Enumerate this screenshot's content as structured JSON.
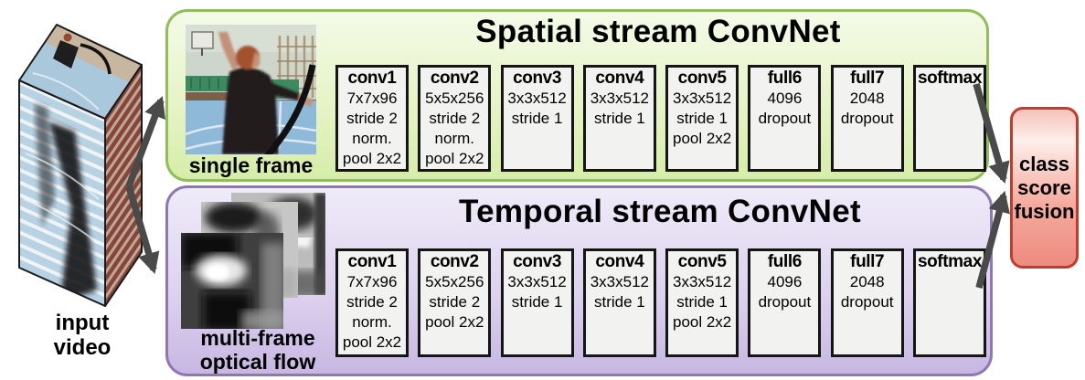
{
  "figure": {
    "input_video": {
      "label_lines": [
        "input",
        "video"
      ]
    },
    "spatial_stream": {
      "title": "Spatial stream ConvNet",
      "input_caption": "single frame",
      "layers": [
        {
          "name": "conv1",
          "lines": [
            "7x7x96",
            "stride 2",
            "norm.",
            "pool 2x2"
          ]
        },
        {
          "name": "conv2",
          "lines": [
            "5x5x256",
            "stride 2",
            "norm.",
            "pool 2x2"
          ]
        },
        {
          "name": "conv3",
          "lines": [
            "3x3x512",
            "stride 1"
          ]
        },
        {
          "name": "conv4",
          "lines": [
            "3x3x512",
            "stride 1"
          ]
        },
        {
          "name": "conv5",
          "lines": [
            "3x3x512",
            "stride 1",
            "pool 2x2"
          ]
        },
        {
          "name": "full6",
          "lines": [
            "4096",
            "dropout"
          ]
        },
        {
          "name": "full7",
          "lines": [
            "2048",
            "dropout"
          ]
        },
        {
          "name": "softmax",
          "lines": []
        }
      ]
    },
    "temporal_stream": {
      "title": "Temporal stream ConvNet",
      "input_caption_lines": [
        "multi-frame",
        "optical flow"
      ],
      "layers": [
        {
          "name": "conv1",
          "lines": [
            "7x7x96",
            "stride 2",
            "norm.",
            "pool 2x2"
          ]
        },
        {
          "name": "conv2",
          "lines": [
            "5x5x256",
            "stride 2",
            "pool 2x2"
          ]
        },
        {
          "name": "conv3",
          "lines": [
            "3x3x512",
            "stride 1"
          ]
        },
        {
          "name": "conv4",
          "lines": [
            "3x3x512",
            "stride 1"
          ]
        },
        {
          "name": "conv5",
          "lines": [
            "3x3x512",
            "stride 1",
            "pool 2x2"
          ]
        },
        {
          "name": "full6",
          "lines": [
            "4096",
            "dropout"
          ]
        },
        {
          "name": "full7",
          "lines": [
            "2048",
            "dropout"
          ]
        },
        {
          "name": "softmax",
          "lines": []
        }
      ]
    },
    "fusion": {
      "label_lines": [
        "class",
        "score",
        "fusion"
      ]
    },
    "colors": {
      "spatial_border": "#8fbe5a",
      "spatial_fill_top": "#f4fae8",
      "spatial_fill_bottom": "#d6eda8",
      "temporal_border": "#8d77b5",
      "temporal_fill_top": "#efebf8",
      "temporal_fill_bottom": "#c7b7e2",
      "fusion_border": "#c23b2b",
      "fusion_fill_top": "#f6c3ba",
      "fusion_fill_bottom": "#ee8b7f",
      "layer_fill": "#f2f2f0",
      "layer_border": "#151515",
      "arrow": "#4a4a4a"
    }
  }
}
